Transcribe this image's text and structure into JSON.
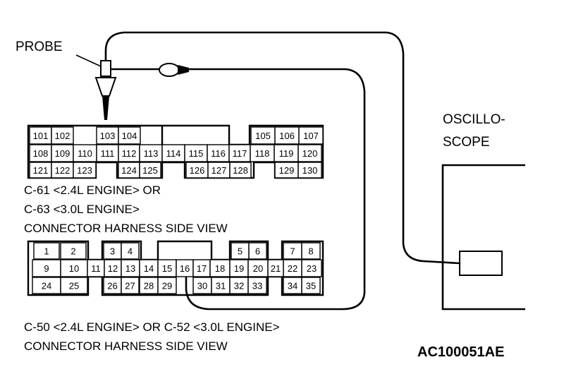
{
  "labels": {
    "probe": "PROBE",
    "scope_line1": "OSCILLO-",
    "scope_line2": "SCOPE",
    "upper_caption_1": "C-61 <2.4L ENGINE> OR",
    "upper_caption_2": "C-63 <3.0L ENGINE>",
    "upper_caption_3": "CONNECTOR HARNESS  SIDE VIEW",
    "lower_caption_1": "C-50 <2.4L ENGINE> OR C-52 <3.0L ENGINE>",
    "lower_caption_2": "CONNECTOR HARNESS SIDE VIEW",
    "figure_id": "AC100051AE"
  },
  "upper_connector": {
    "rows": [
      [
        "101",
        "102",
        "",
        "103",
        "104",
        "",
        "",
        "",
        "",
        "",
        "",
        "105",
        "106",
        "107"
      ],
      [
        "108",
        "109",
        "110",
        "111",
        "112",
        "113",
        "114",
        "115",
        "116",
        "117",
        "118",
        "119",
        "120"
      ],
      [
        "121",
        "122",
        "123",
        "",
        "124",
        "125",
        "",
        "126",
        "127",
        "128",
        "",
        "129",
        "130"
      ]
    ]
  },
  "lower_connector": {
    "row1": [
      "1",
      "2",
      "3",
      "4",
      "5",
      "6",
      "7",
      "8"
    ],
    "row2": [
      "9",
      "10",
      "11",
      "12",
      "13",
      "14",
      "15",
      "16",
      "17",
      "18",
      "19",
      "20",
      "21",
      "22",
      "23"
    ],
    "row3": [
      "24",
      "25",
      "26",
      "27",
      "28",
      "29",
      "30",
      "31",
      "32",
      "33",
      "34",
      "35"
    ]
  }
}
